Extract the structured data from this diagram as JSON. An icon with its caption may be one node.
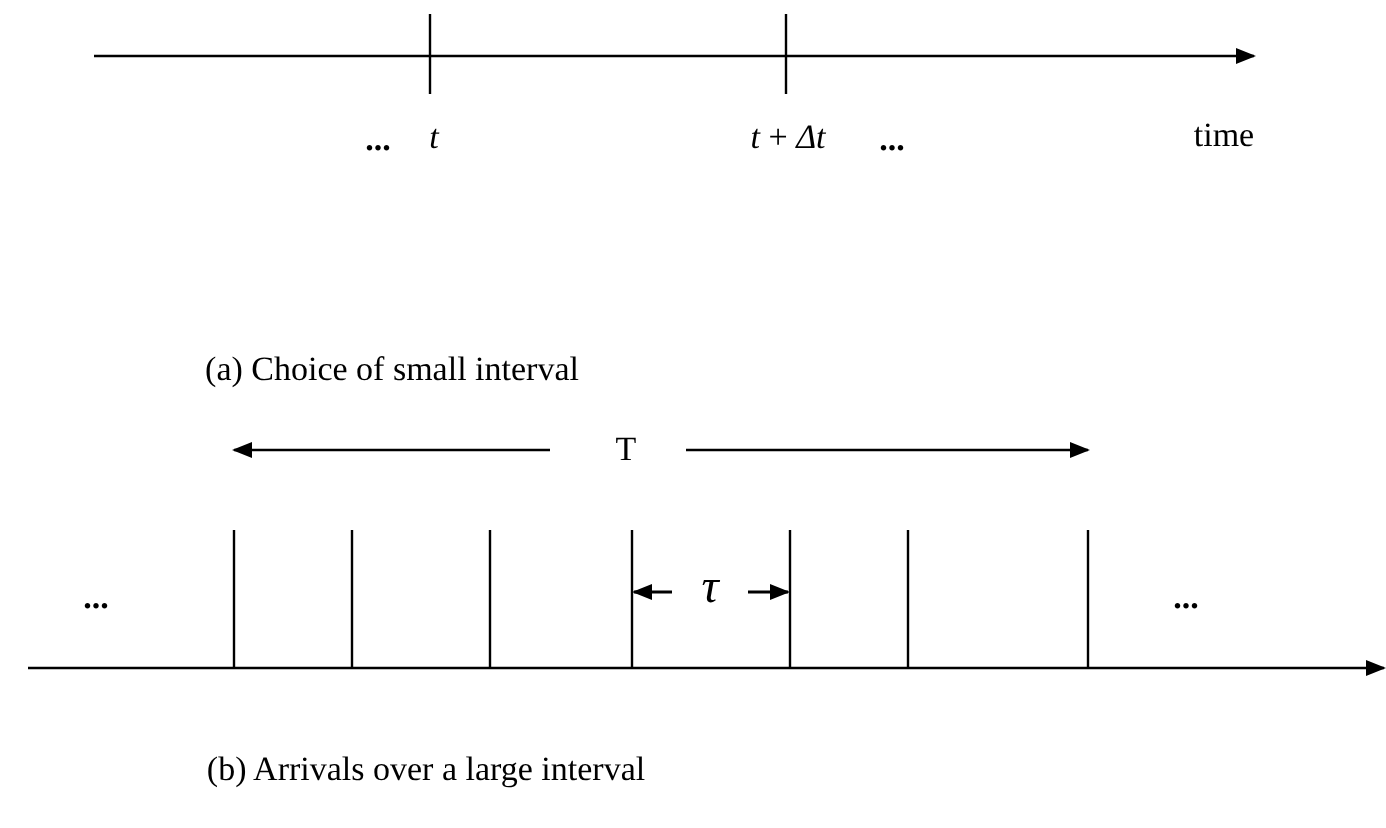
{
  "diagram": {
    "labels": [
      "...",
      "t",
      "*t* + *Δt*",
      "...",
      "time",
      "(a) Choice of small interval",
      "T",
      "...",
      "τ",
      "...",
      "(b) Arrivals over a large interval"
    ]
  }
}
